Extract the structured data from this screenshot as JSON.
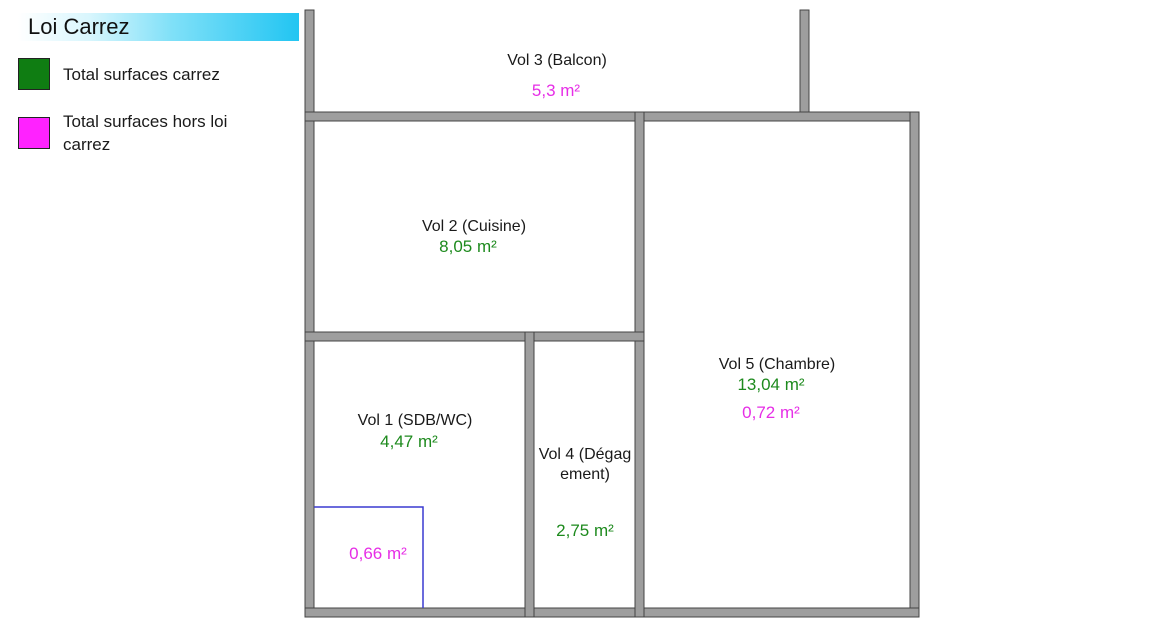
{
  "legend": {
    "title": "Loi Carrez",
    "items": [
      {
        "label": "Total surfaces carrez",
        "color": "#0f7d12"
      },
      {
        "label": "Total surfaces hors loi carrez",
        "color": "#ff22ff"
      }
    ]
  },
  "colors": {
    "wall_fill": "#9e9e9e",
    "wall_edge": "#444444",
    "carrez": "#1d8a1d",
    "hors_carrez": "#e62ee6",
    "zone_outline": "#3a3ad0"
  },
  "rooms": [
    {
      "label": "Vol 3 (Balcon)",
      "carrez": "",
      "hors_carrez": "5,3 m²"
    },
    {
      "label": "Vol 2 (Cuisine)",
      "carrez": "8,05 m²",
      "hors_carrez": ""
    },
    {
      "label": "Vol 5 (Chambre)",
      "carrez": "13,04 m²",
      "hors_carrez": "0,72 m²"
    },
    {
      "label": "Vol 1 (SDB/WC)",
      "carrez": "4,47 m²",
      "hors_carrez": "0,66 m²"
    },
    {
      "label": "Vol 4 (Dégagement)",
      "carrez": "2,75 m²",
      "hors_carrez": ""
    }
  ]
}
